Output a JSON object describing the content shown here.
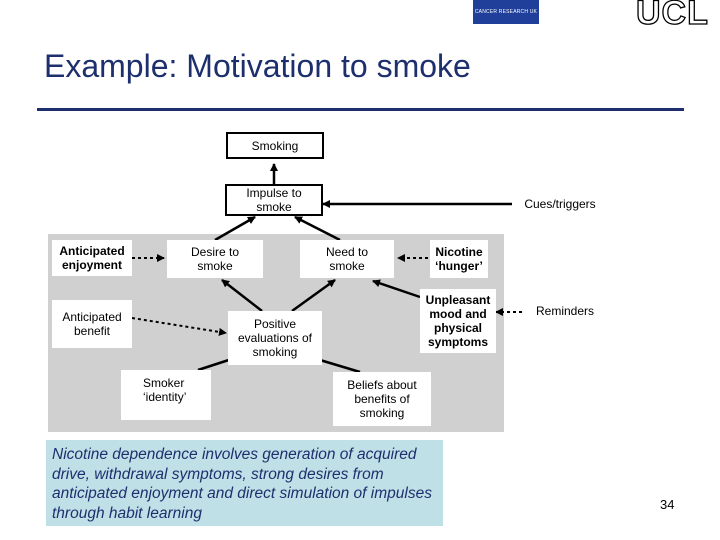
{
  "header": {
    "cancer_research_logo": "CANCER RESEARCH UK",
    "ucl_logo": "UCL"
  },
  "title": "Example: Motivation to smoke",
  "diagram": {
    "nodes": {
      "smoking": "Smoking",
      "impulse": "Impulse to smoke",
      "cues": "Cues/triggers",
      "anticipated_enjoyment": "Anticipated enjoyment",
      "desire": "Desire to smoke",
      "need": "Need to smoke",
      "nicotine_hunger": "Nicotine ‘hunger’",
      "anticipated_benefit": "Anticipated benefit",
      "positive_evaluations": "Positive evaluations of smoking",
      "unpleasant": "Unpleasant mood and physical symptoms",
      "reminders": "Reminders",
      "smoker_identity": "Smoker ‘identity’",
      "beliefs": "Beliefs about benefits of smoking"
    }
  },
  "note": "Nicotine dependence involves generation of acquired drive, withdrawal symptoms, strong desires from anticipated enjoyment and direct simulation of impulses through habit learning",
  "page_number": "34",
  "colors": {
    "title": "#1e2f6e",
    "panel": "#d0d0d0",
    "note_bg": "#bfe0e6",
    "logo_blue": "#1f3f9a"
  }
}
